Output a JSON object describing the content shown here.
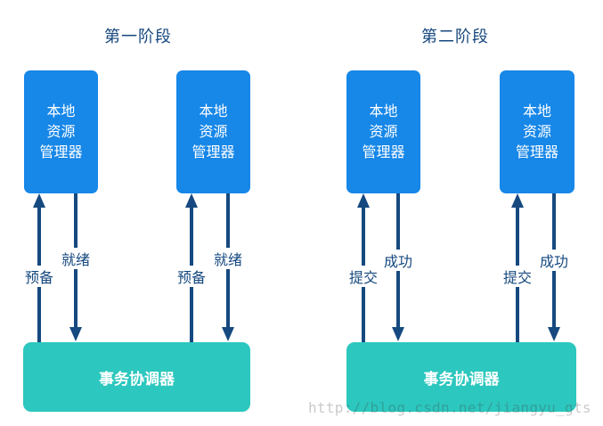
{
  "titles": {
    "phase1": "第一阶段",
    "phase2": "第二阶段"
  },
  "boxes": {
    "resource_manager_lines": [
      "本地",
      "资源",
      "管理器"
    ],
    "coordinator": "事务协调器"
  },
  "labels": {
    "prepare": "预备",
    "ready": "就绪",
    "commit": "提交",
    "success": "成功"
  },
  "watermark": "http://blog.csdn.net/jiangyu_gts",
  "colors": {
    "resource_manager_fill": "#1787e8",
    "coordinator_fill": "#2cc7be",
    "arrow": "#16497f",
    "title_text": "#16477e",
    "box_text": "#ffffff",
    "watermark_text": "#c8c8c8"
  }
}
